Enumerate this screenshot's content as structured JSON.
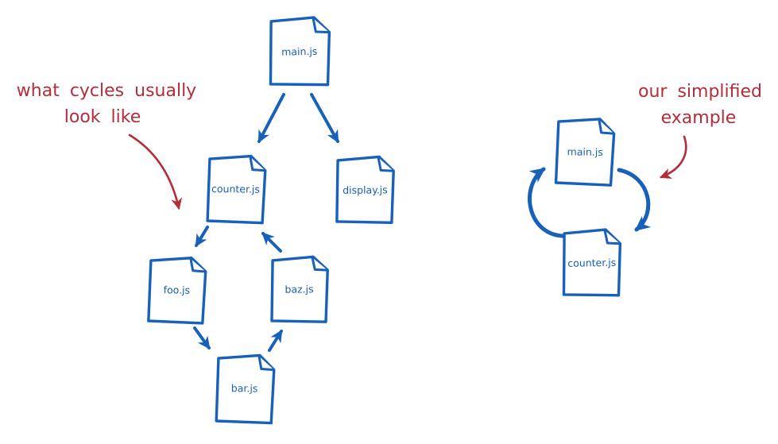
{
  "diagram": {
    "background_color": "#ffffff",
    "colors": {
      "blue": "#1761ba",
      "red": "#b52d3b"
    },
    "left": {
      "annotation": {
        "line1": "what cycles usually",
        "line2": "look like"
      },
      "files": {
        "main": "main.js",
        "counter": "counter.js",
        "display": "display.js",
        "foo": "foo.js",
        "baz": "baz.js",
        "bar": "bar.js"
      },
      "edges": [
        {
          "from": "main.js",
          "to": "counter.js"
        },
        {
          "from": "main.js",
          "to": "display.js"
        },
        {
          "from": "counter.js",
          "to": "foo.js"
        },
        {
          "from": "foo.js",
          "to": "bar.js"
        },
        {
          "from": "bar.js",
          "to": "baz.js"
        },
        {
          "from": "baz.js",
          "to": "counter.js"
        }
      ]
    },
    "right": {
      "annotation": {
        "line1": "our simplified",
        "line2": "example"
      },
      "files": {
        "main": "main.js",
        "counter": "counter.js"
      },
      "edges": [
        {
          "from": "main.js",
          "to": "counter.js"
        },
        {
          "from": "counter.js",
          "to": "main.js"
        }
      ]
    }
  }
}
